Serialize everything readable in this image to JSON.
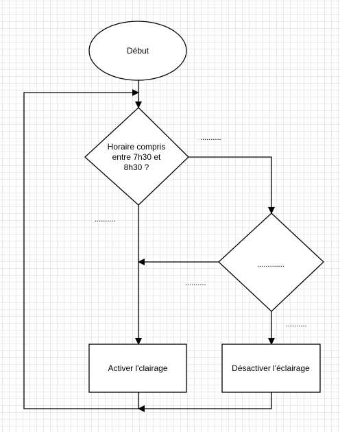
{
  "diagram": {
    "nodes": {
      "start": {
        "text": "Début"
      },
      "decision_time": {
        "lines": [
          "Horaire compris",
          "entre 7h30 et",
          "8h30 ?"
        ]
      },
      "decision_two": {
        "text": "............."
      },
      "action_on": {
        "text": "Activer l'clairage"
      },
      "action_off": {
        "text": "Désactiver l'éclairage"
      }
    },
    "edge_labels": {
      "decision_time_right": "..........",
      "decision_time_down": "..........",
      "decision_two_left": "..........",
      "decision_two_down": ".........."
    }
  }
}
